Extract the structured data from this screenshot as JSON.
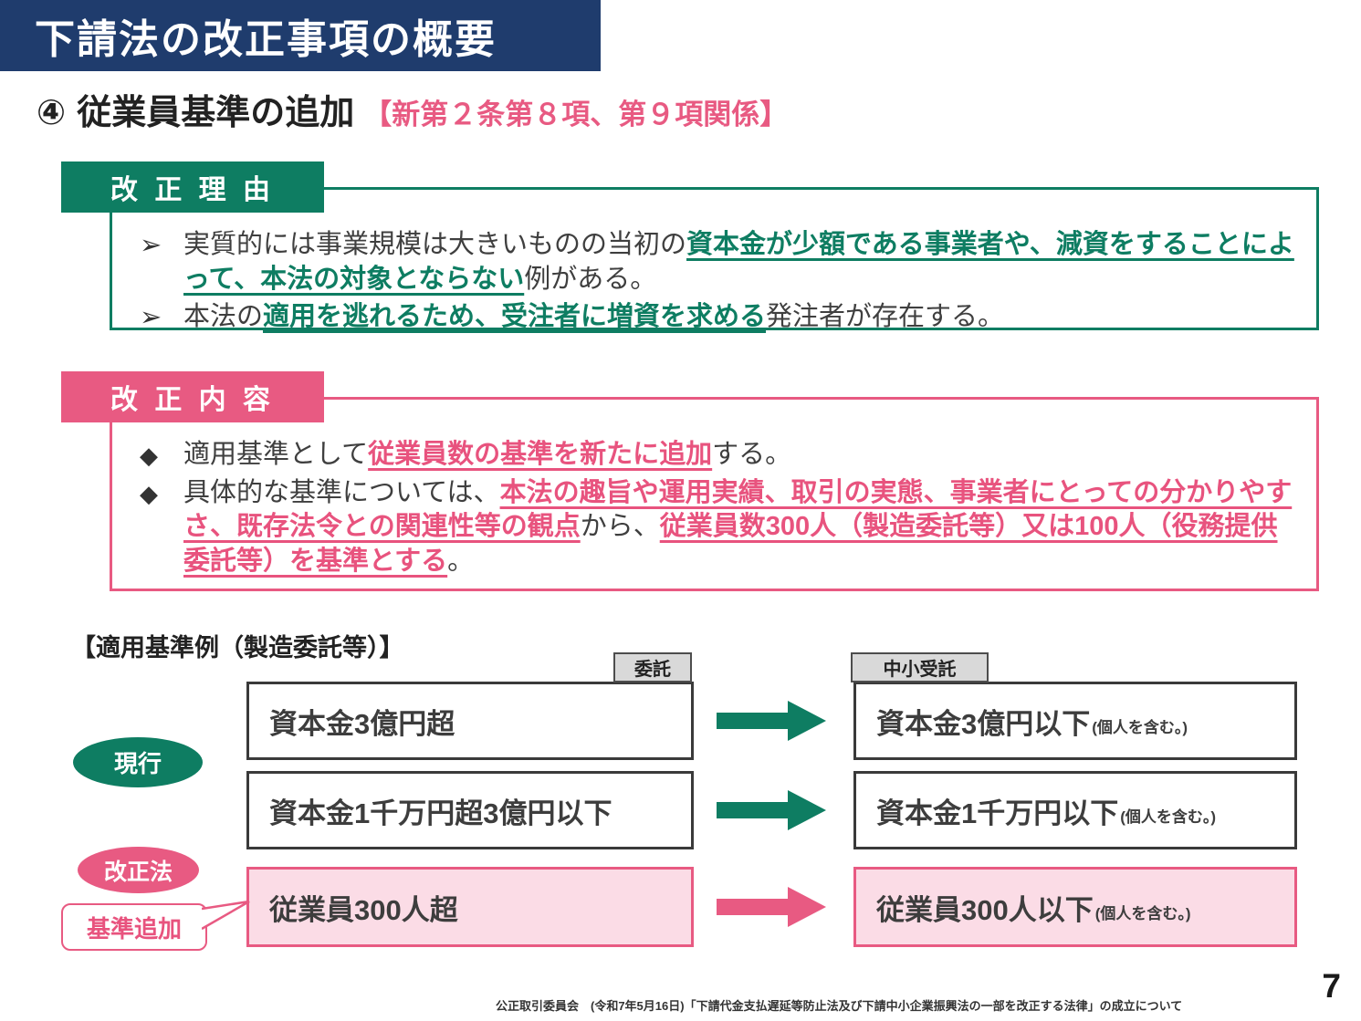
{
  "slide": {
    "title": "下請法の改正事項の概要",
    "page_number": "7",
    "footer": "公正取引委員会　(令和7年5月16日)「下請代金支払遅延等防止法及び下請中小企業振興法の一部を改正する法律」の成立について"
  },
  "heading": {
    "number": "④",
    "title": "従業員基準の追加",
    "reference": "【新第２条第８項、第９項関係】"
  },
  "reason_section": {
    "header": "改 正 理 由",
    "bullet_marker": "➢",
    "bullets": [
      {
        "segments": [
          {
            "text": "実質的には事業規模は大きいものの当初の"
          },
          {
            "text": "資本金が少額である事業者や、減資をすることによって、本法の対象とならない",
            "highlight": true
          },
          {
            "text": "例がある。"
          }
        ]
      },
      {
        "segments": [
          {
            "text": "本法の"
          },
          {
            "text": "適用を逃れるため、受注者に増資を求める",
            "highlight": true
          },
          {
            "text": "発注者が存在する。"
          }
        ]
      }
    ]
  },
  "content_section": {
    "header": "改 正 内 容",
    "bullet_marker": "◆",
    "bullets": [
      {
        "segments": [
          {
            "text": "適用基準として"
          },
          {
            "text": "従業員数の基準を新たに追加",
            "highlight": true
          },
          {
            "text": "する。"
          }
        ]
      },
      {
        "segments": [
          {
            "text": "具体的な基準については、"
          },
          {
            "text": "本法の趣旨や運用実績、取引の実態、事業者にとっての分かりやすさ、既存法令との関連性等の観点",
            "highlight": true
          },
          {
            "text": "から、"
          },
          {
            "text": "従業員数300人（製造委託等）又は100人（役務提供委託等）を基準とする",
            "highlight": true
          },
          {
            "text": "。"
          }
        ]
      }
    ]
  },
  "diagram": {
    "caption": "【適用基準例（製造委託等）】",
    "left_tab": "委託",
    "right_tab": "中小受託",
    "current_badge": "現行",
    "revised_badge": "改正法",
    "callout": "基準追加",
    "rows": [
      {
        "left": "資本金3億円超",
        "right": "資本金3億円以下",
        "right_note": "(個人を含む。)"
      },
      {
        "left": "資本金1千万円超3億円以下",
        "right": "資本金1千万円以下",
        "right_note": "(個人を含む。)"
      },
      {
        "left": "従業員300人超",
        "right": "従業員300人以下",
        "right_note": "(個人を含む。)"
      }
    ]
  },
  "colors": {
    "navy": "#1f3c6d",
    "green": "#0e7d62",
    "pink": "#e85a82",
    "pink_text": "#e8537e",
    "light_pink": "#fbdce6",
    "tab_gray": "#d9d9d9",
    "box_border": "#3a3a3a"
  }
}
